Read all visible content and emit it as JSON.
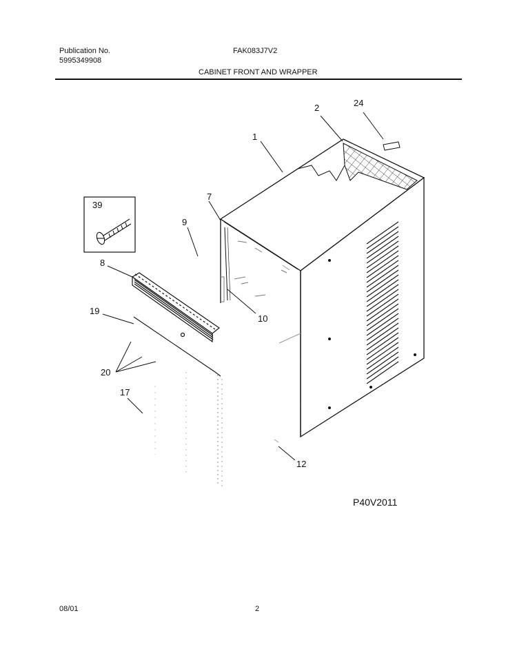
{
  "header": {
    "publication_label": "Publication No.",
    "publication_number": "5995349908",
    "model_number": "FAK083J7V2",
    "section_title": "CABINET FRONT AND WRAPPER"
  },
  "diagram": {
    "drawing_id": "P40V2011",
    "callouts": {
      "c1": "1",
      "c2": "2",
      "c24": "24",
      "c7": "7",
      "c39": "39",
      "c9": "9",
      "c8": "8",
      "c10": "10",
      "c19": "19",
      "c20": "20",
      "c17": "17",
      "c12": "12"
    }
  },
  "footer": {
    "date": "08/01",
    "page_number": "2"
  }
}
